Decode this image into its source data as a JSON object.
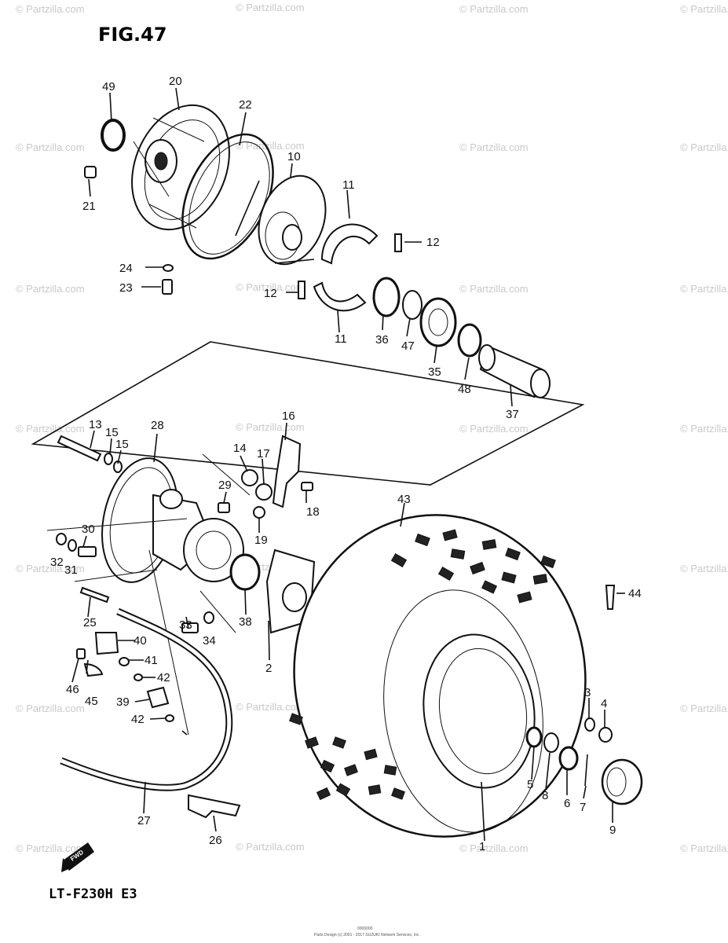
{
  "figure_title": "FIG.47",
  "model_label": "LT-F230H  E3",
  "watermark": "© Partzilla.com",
  "fwd_label": "FWD",
  "footer_line1": "0000000",
  "footer_line2": "Parts Design (c) 2001 - 2017 SUZUKI Network Services, Inc.",
  "callouts": [
    "1",
    "2",
    "3",
    "4",
    "5",
    "6",
    "7",
    "8",
    "9",
    "10",
    "11",
    "11",
    "12",
    "12",
    "13",
    "14",
    "15",
    "15",
    "16",
    "17",
    "18",
    "19",
    "20",
    "21",
    "22",
    "23",
    "24",
    "25",
    "26",
    "27",
    "28",
    "29",
    "30",
    "31",
    "32",
    "33",
    "34",
    "35",
    "36",
    "37",
    "38",
    "39",
    "40",
    "41",
    "42",
    "42",
    "43",
    "44",
    "45",
    "46",
    "47",
    "48",
    "49"
  ]
}
